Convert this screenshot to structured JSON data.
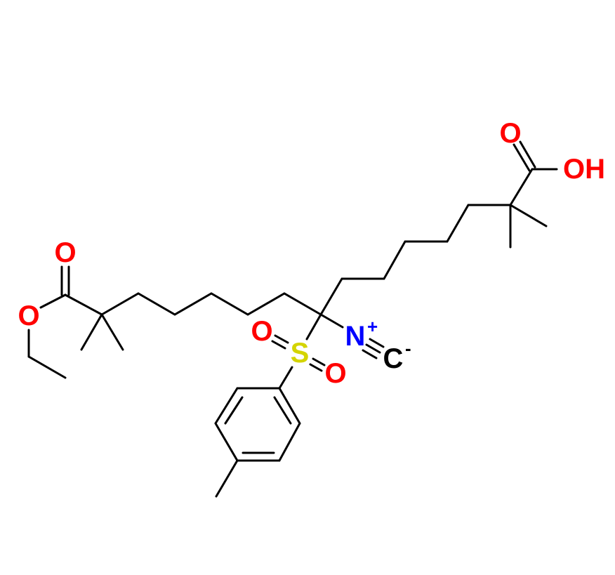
{
  "diagram": {
    "type": "chemical-structure",
    "colors": {
      "bond": "#000000",
      "oxygen": "#ff0000",
      "nitrogen": "#0000ff",
      "sulfur": "#d4d400",
      "carbon": "#000000",
      "background": "#ffffff"
    },
    "atoms": {
      "acid_carbonyl_o": "O",
      "acid_oh": "OH",
      "ester_carbonyl_o": "O",
      "ester_o": "O",
      "sulfonyl_s": "S",
      "sulfonyl_o1": "O",
      "sulfonyl_o2": "O",
      "isocyanide_n": "N",
      "isocyanide_n_charge": "+",
      "isocyanide_c": "C",
      "isocyanide_c_charge": "-"
    }
  }
}
